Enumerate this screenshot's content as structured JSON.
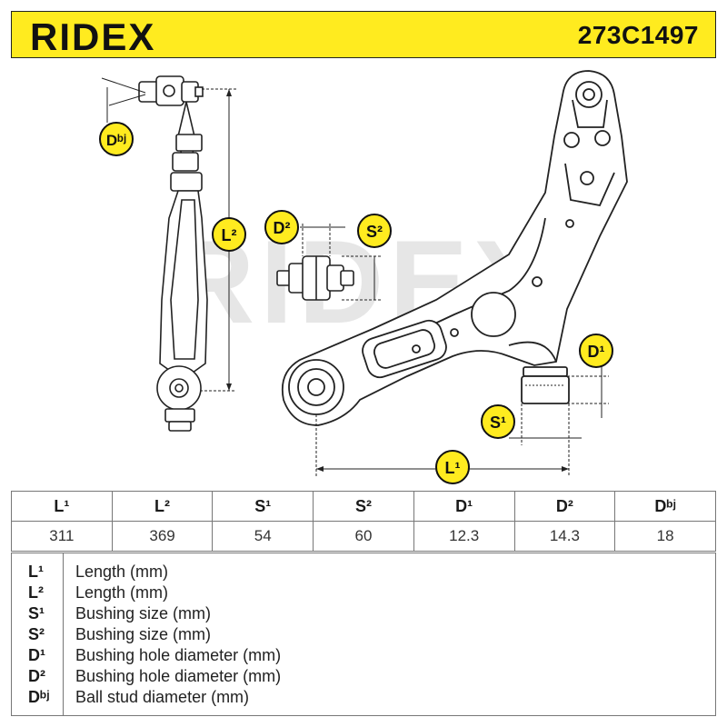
{
  "header": {
    "brand": "RIDEX",
    "part_number": "273C1497",
    "brand_color": "#111111",
    "background_color": "#ffeb1f"
  },
  "drawing": {
    "watermark": "RIDEX",
    "labels": {
      "dbj": "Dᵇʲ",
      "l2": "L²",
      "d2": "D²",
      "s2": "S²",
      "d1": "D¹",
      "s1": "S¹",
      "l1": "L¹"
    }
  },
  "spec_table": {
    "headers": [
      "L¹",
      "L²",
      "S¹",
      "S²",
      "D¹",
      "D²",
      "Dᵇʲ"
    ],
    "values": [
      "311",
      "369",
      "54",
      "60",
      "12.3",
      "14.3",
      "18"
    ]
  },
  "legend": [
    {
      "symbol": "L¹",
      "description": "Length (mm)"
    },
    {
      "symbol": "L²",
      "description": "Length (mm)"
    },
    {
      "symbol": "S¹",
      "description": "Bushing size (mm)"
    },
    {
      "symbol": "S²",
      "description": "Bushing size (mm)"
    },
    {
      "symbol": "D¹",
      "description": "Bushing hole diameter (mm)"
    },
    {
      "symbol": "D²",
      "description": "Bushing hole diameter (mm)"
    },
    {
      "symbol": "Dᵇʲ",
      "description": "Ball stud diameter (mm)"
    }
  ]
}
